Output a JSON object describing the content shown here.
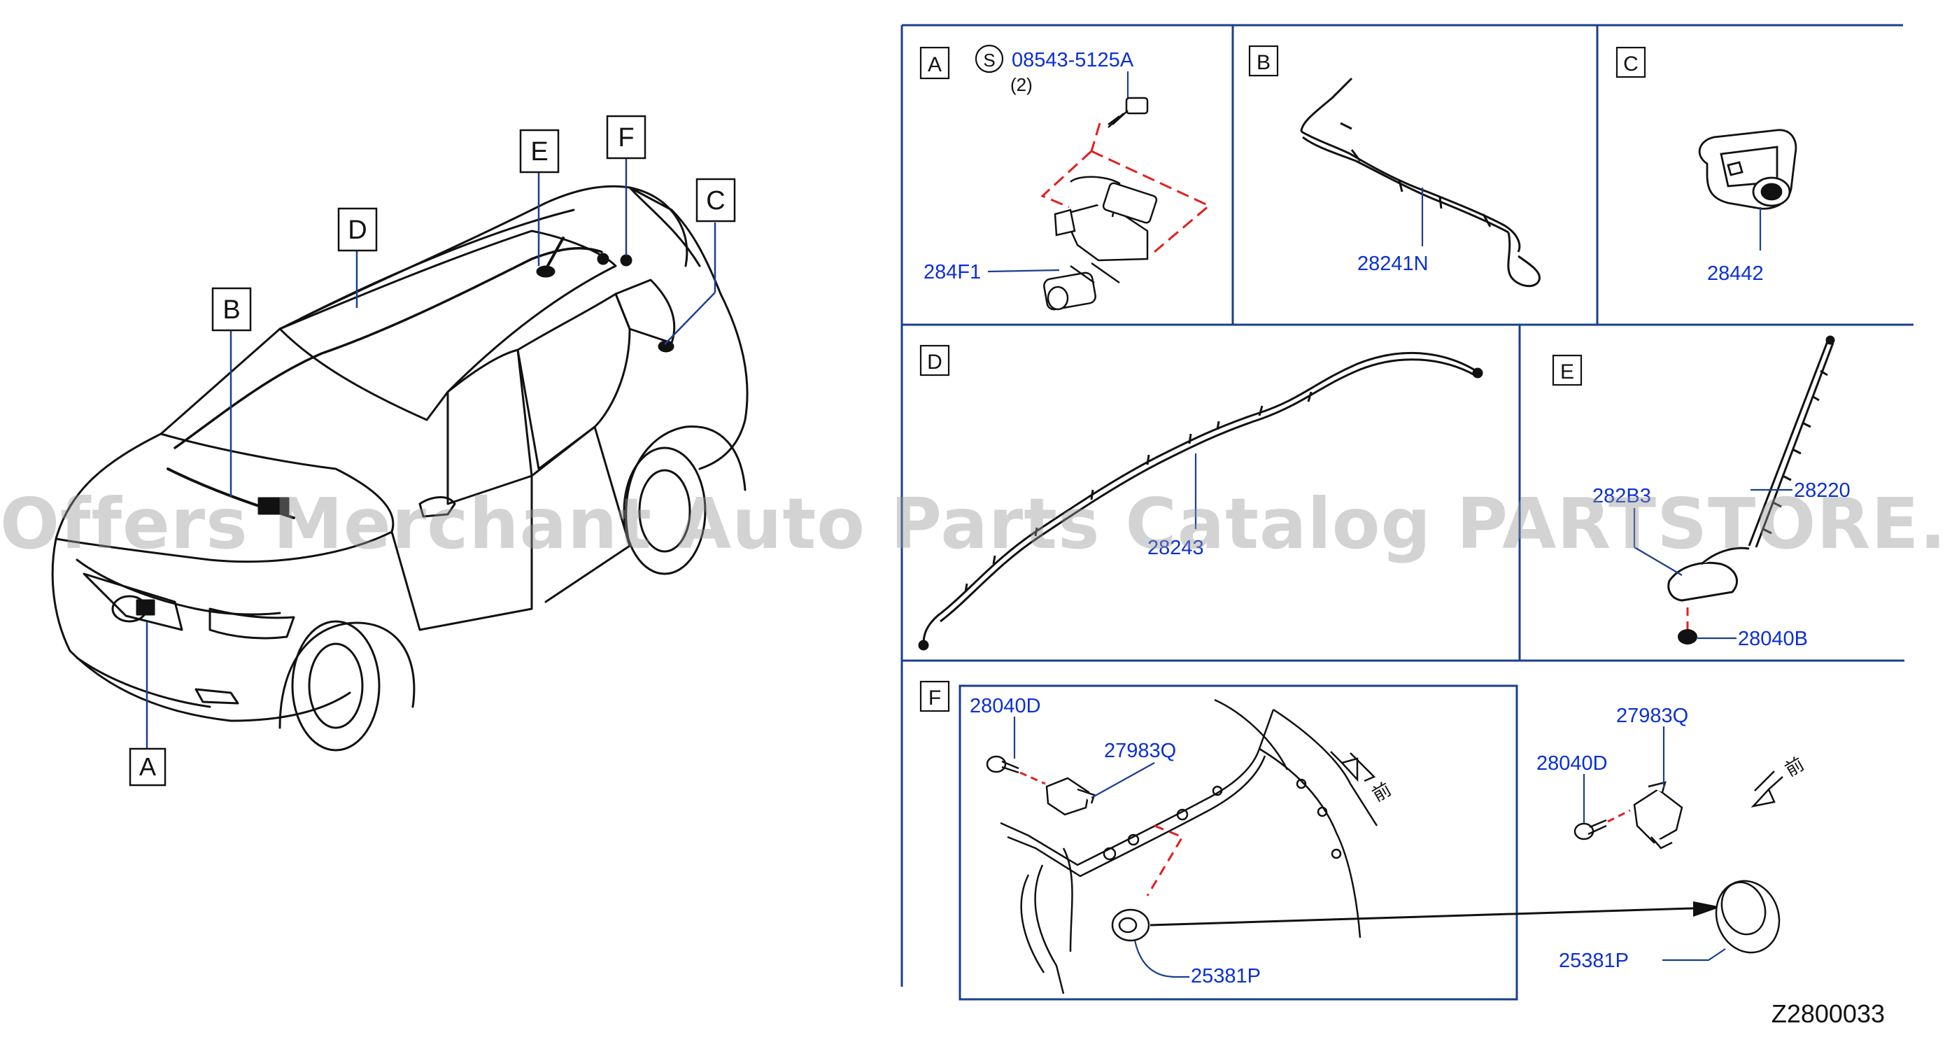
{
  "diagram": {
    "diagram_code": "Z2800033",
    "watermark": "Offers Merchant Auto Parts Catalog PARTSTORE.SA",
    "overview_callouts": [
      "A",
      "B",
      "C",
      "D",
      "E",
      "F"
    ],
    "panels": {
      "A": {
        "letter": "A",
        "service_mark": "S",
        "bolt_part": "08543-5125A",
        "bolt_qty": "(2)",
        "camera_part": "284F1"
      },
      "B": {
        "letter": "B",
        "part": "28241N"
      },
      "C": {
        "letter": "C",
        "part": "28442"
      },
      "D": {
        "letter": "D",
        "part": "28243"
      },
      "E": {
        "letter": "E",
        "antenna_part": "28220",
        "base_part": "282B3",
        "nut_part": "28040B"
      },
      "F": {
        "letter": "F",
        "left_bolt": "28040D",
        "left_module": "27983Q",
        "left_grommet": "25381P",
        "right_bolt": "28040D",
        "right_module": "27983Q",
        "right_grommet": "25381P",
        "front_marker_1": "前",
        "front_marker_2": "前"
      }
    },
    "colors": {
      "line": "#111111",
      "callout": "#0b2fd6",
      "leader": "#1a3f8f",
      "dash": "#e02020",
      "frame": "#1a3f8f"
    }
  }
}
